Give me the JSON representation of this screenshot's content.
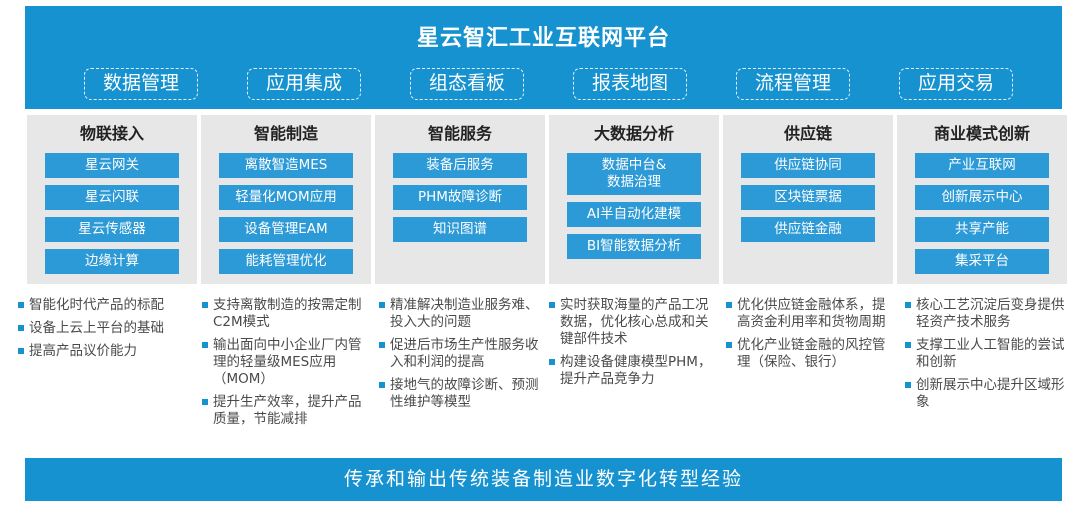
{
  "title": "星云智汇工业互联网平台",
  "top_tabs": [
    "数据管理",
    "应用集成",
    "组态看板",
    "报表地图",
    "流程管理",
    "应用交易"
  ],
  "columns": [
    {
      "title": "物联接入",
      "items": [
        "星云网关",
        "星云闪联",
        "星云传感器",
        "边缘计算"
      ],
      "bullets": [
        "智能化时代产品的标配",
        "设备上云上平台的基础",
        "提高产品议价能力"
      ]
    },
    {
      "title": "智能制造",
      "items": [
        "离散智造MES",
        "轻量化MOM应用",
        "设备管理EAM",
        "能耗管理优化"
      ],
      "bullets": [
        "支持离散制造的按需定制C2M模式",
        "输出面向中小企业厂内管理的轻量级MES应用（MOM）",
        "提升生产效率，提升产品质量，节能减排"
      ]
    },
    {
      "title": "智能服务",
      "items": [
        "装备后服务",
        "PHM故障诊断",
        "知识图谱"
      ],
      "bullets": [
        "精准解决制造业服务难、投入大的问题",
        "促进后市场生产性服务收入和利润的提高",
        "接地气的故障诊断、预测性维护等模型"
      ]
    },
    {
      "title": "大数据分析",
      "items": [
        "数据中台&数据治理",
        "AI半自动化建模",
        "BI智能数据分析"
      ],
      "bullets": [
        "实时获取海量的产品工况数据，优化核心总成和关键部件技术",
        "构建设备健康模型PHM，提升产品竞争力"
      ]
    },
    {
      "title": "供应链",
      "items": [
        "供应链协同",
        "区块链票据",
        "供应链金融"
      ],
      "bullets": [
        "优化供应链金融体系，提高资金利用率和货物周期",
        "优化产业链金融的风控管理（保险、银行）"
      ]
    },
    {
      "title": "商业模式创新",
      "items": [
        "产业互联网",
        "创新展示中心",
        "共享产能",
        "集采平台"
      ],
      "bullets": [
        "核心工艺沉淀后变身提供轻资产技术服务",
        "支撑工业人工智能的尝试和创新",
        "创新展示中心提升区域形象"
      ]
    }
  ],
  "footer": "传承和输出传统装备制造业数字化转型经验"
}
